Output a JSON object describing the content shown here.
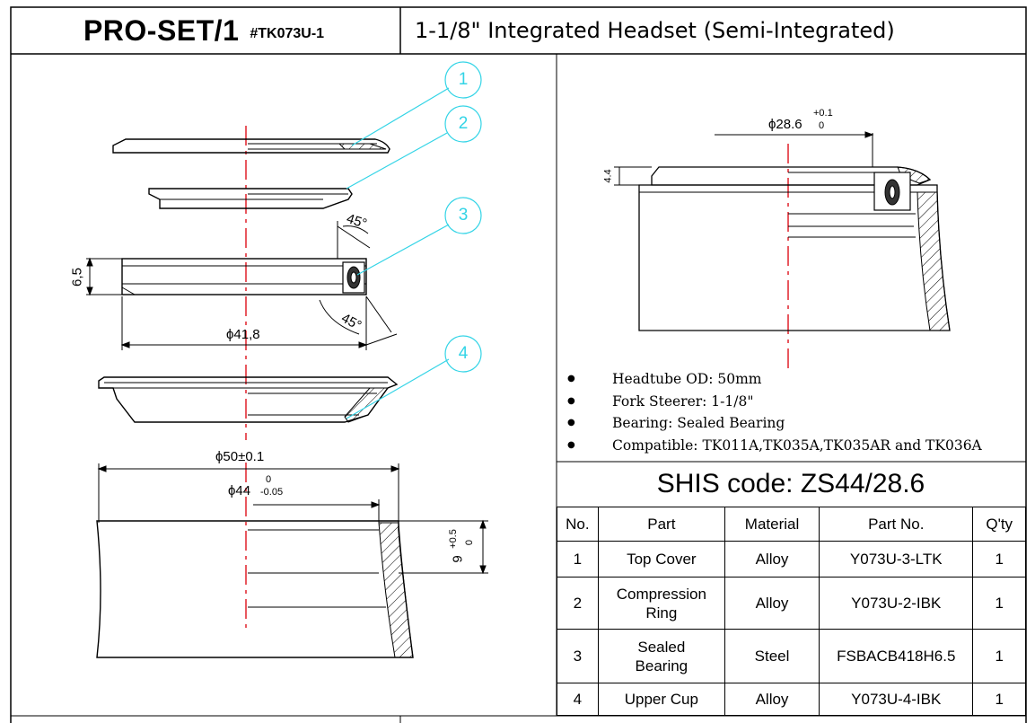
{
  "header": {
    "title": "PRO-SET/1",
    "code": "#TK073U-1",
    "subtitle": "1-1/8\" Integrated Headset (Semi-Integrated)"
  },
  "callouts": [
    "1",
    "2",
    "3",
    "4"
  ],
  "dimensions": {
    "bearing_height": "6,5",
    "chamfer_top": "45°",
    "chamfer_bottom": "45°",
    "bearing_od": "ϕ41,8",
    "cup_od": "ϕ50±0.1",
    "cup_id": "ϕ44",
    "cup_id_tol_upper": "0",
    "cup_id_tol_lower": "-0.05",
    "headtube_depth": "9",
    "headtube_depth_tol_upper": "+0.5",
    "headtube_depth_tol_lower": "0",
    "steerer": "ϕ28.6",
    "steerer_tol_upper": "+0.1",
    "steerer_tol_lower": "0",
    "stack": "4.4"
  },
  "specs": [
    "Headtube OD: 50mm",
    "Fork Steerer: 1-1/8\"",
    "Bearing: Sealed Bearing",
    "Compatible: TK011A,TK035A,TK035AR and TK036A"
  ],
  "shis": "SHIS code: ZS44/28.6",
  "table": {
    "headers": [
      "No.",
      "Part",
      "Material",
      "Part No.",
      "Q'ty"
    ],
    "rows": [
      [
        "1",
        "Top Cover",
        "Alloy",
        "Y073U-3-LTK",
        "1"
      ],
      [
        "2",
        "Compression Ring",
        "Alloy",
        "Y073U-2-IBK",
        "1"
      ],
      [
        "3",
        "Sealed Bearing",
        "Steel",
        "FSBACB418H6.5",
        "1"
      ],
      [
        "4",
        "Upper Cup",
        "Alloy",
        "Y073U-4-IBK",
        "1"
      ]
    ]
  },
  "colors": {
    "callout": "#33d4e6",
    "centerline": "#e0202a",
    "line": "#000000"
  }
}
